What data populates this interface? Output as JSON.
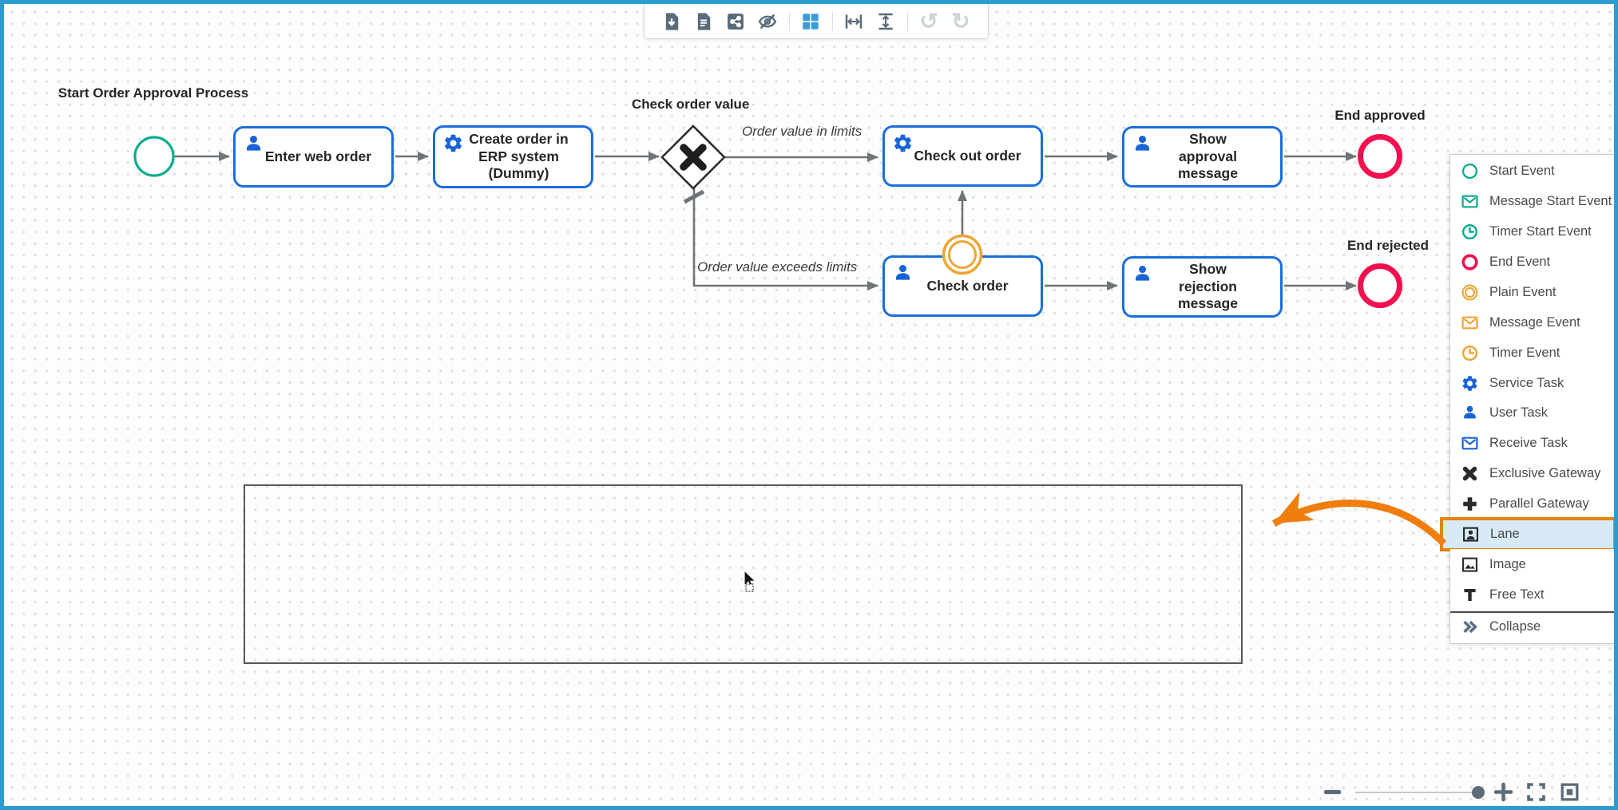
{
  "toolbar": {
    "icons": [
      "download-document-icon",
      "document-icon",
      "share-icon",
      "hide-preview-icon",
      "grid-layout-icon",
      "fit-width-icon",
      "fit-height-icon",
      "undo-icon",
      "redo-icon"
    ],
    "undo_glyph": "↺",
    "redo_glyph": "↻"
  },
  "diagram": {
    "nodes": {
      "start": {
        "type": "start-event",
        "label": "Start Order Approval Process"
      },
      "enter_web_order": {
        "type": "user-task",
        "label": "Enter web order"
      },
      "create_order_erp": {
        "type": "service-task",
        "label": "Create order in ERP system (Dummy)"
      },
      "check_order_value": {
        "type": "exclusive-gateway",
        "label": "Check order value"
      },
      "check_out_order": {
        "type": "service-task",
        "label": "Check out order"
      },
      "check_order": {
        "type": "user-task",
        "label": "Check order"
      },
      "boundary_event": {
        "type": "plain-event"
      },
      "show_approval_message": {
        "type": "user-task",
        "label": "Show approval message"
      },
      "show_rejection_message": {
        "type": "user-task",
        "label": "Show rejection message"
      },
      "end_approved": {
        "type": "end-event",
        "label": "End approved"
      },
      "end_rejected": {
        "type": "end-event",
        "label": "End rejected"
      }
    },
    "edge_labels": {
      "in_limits": "Order value in limits",
      "exceeds_limits": "Order value exceeds limits"
    }
  },
  "palette": {
    "selected_item": "Lane",
    "items": [
      {
        "label": "Start Event",
        "icon": "start-event-icon",
        "color": "#0BA98C"
      },
      {
        "label": "Message Start Event",
        "icon": "message-start-event-icon",
        "color": "#0BA98C"
      },
      {
        "label": "Timer Start Event",
        "icon": "timer-start-event-icon",
        "color": "#0BA98C"
      },
      {
        "label": "End Event",
        "icon": "end-event-icon",
        "color": "#F2114E"
      },
      {
        "label": "Plain Event",
        "icon": "plain-event-icon",
        "color": "#EFA433"
      },
      {
        "label": "Message Event",
        "icon": "message-event-icon",
        "color": "#EFA433"
      },
      {
        "label": "Timer Event",
        "icon": "timer-event-icon",
        "color": "#EFA433"
      },
      {
        "label": "Service Task",
        "icon": "service-task-icon",
        "color": "#1A63D6"
      },
      {
        "label": "User Task",
        "icon": "user-task-icon",
        "color": "#1A63D6"
      },
      {
        "label": "Receive Task",
        "icon": "receive-task-icon",
        "color": "#1A63D6"
      },
      {
        "label": "Exclusive Gateway",
        "icon": "exclusive-gateway-icon",
        "color": "#2A2A2A"
      },
      {
        "label": "Parallel Gateway",
        "icon": "parallel-gateway-icon",
        "color": "#2A2A2A"
      },
      {
        "label": "Lane",
        "icon": "lane-icon",
        "color": "#2A2A2A"
      },
      {
        "label": "Image",
        "icon": "image-icon",
        "color": "#2A2A2A"
      },
      {
        "label": "Free Text",
        "icon": "free-text-icon",
        "color": "#2A2A2A"
      },
      {
        "label": "Collapse",
        "icon": "collapse-icon",
        "color": "#5A6E80"
      }
    ]
  },
  "zoom_controls": {
    "icons": [
      "zoom-out-icon",
      "zoom-slider",
      "zoom-in-icon",
      "fullscreen-icon",
      "fit-to-screen-icon"
    ]
  },
  "colors": {
    "frame": "#2D9CD1",
    "task_border": "#1A6EDB",
    "start_event": "#0CAD8D",
    "end_event": "#F2114E",
    "plain_event": "#EFA433",
    "connector": "#6E7478",
    "selection_bg": "#D8EAF6",
    "highlight_border": "#E8820C",
    "tutorial_arrow": "#EF7E0E"
  }
}
